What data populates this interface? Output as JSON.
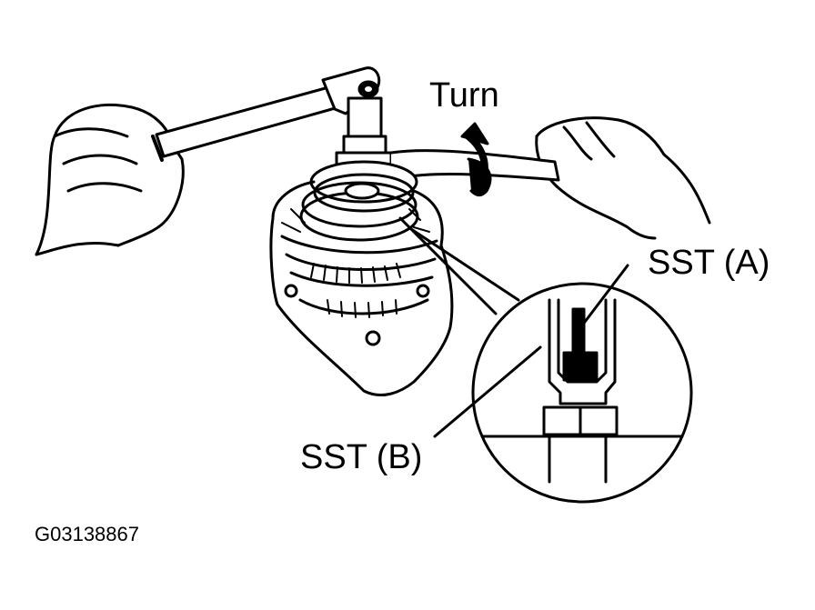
{
  "labels": {
    "turn": "Turn",
    "sst_a": "SST (A)",
    "sst_b": "SST (B)",
    "figure_code": "G03138867"
  },
  "colors": {
    "ink": "#000000",
    "paper": "#ffffff"
  }
}
